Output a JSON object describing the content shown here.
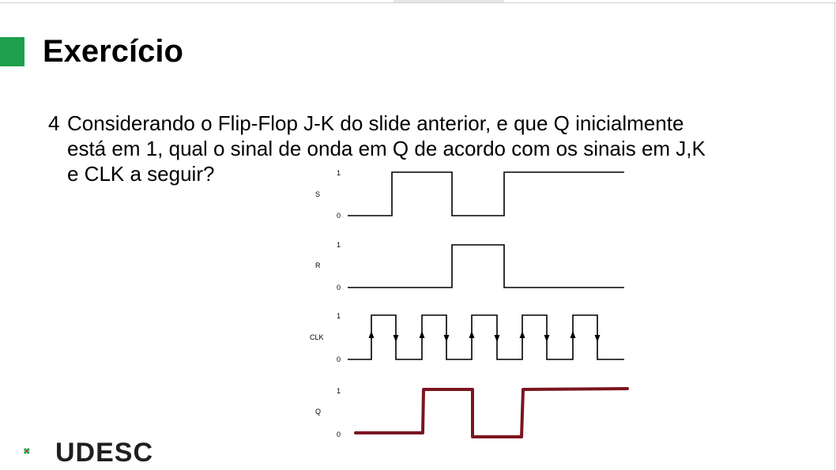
{
  "slide": {
    "title": "Exercício",
    "question_number": "4",
    "question_lines": [
      "Considerando o Flip-Flop J-K do slide anterior, e que Q inicialmente",
      "está em 1, qual o sinal de onda em Q de acordo com os sinais em J,K",
      "e CLK a seguir?"
    ]
  },
  "timing_diagram": {
    "signals": [
      {
        "name": "S",
        "high_label": "1",
        "low_label": "0",
        "levels": [
          0,
          0,
          1,
          1,
          1,
          0,
          0,
          1,
          1,
          1,
          1,
          1
        ]
      },
      {
        "name": "R",
        "high_label": "1",
        "low_label": "0",
        "levels": [
          0,
          0,
          0,
          0,
          0,
          1,
          1,
          0,
          0,
          0,
          0,
          0
        ]
      },
      {
        "name": "CLK",
        "high_label": "1",
        "low_label": "0",
        "pulses": 5
      },
      {
        "name": "Q",
        "high_label": "1",
        "low_label": "0",
        "color": "#7b1520"
      }
    ]
  },
  "logo": {
    "text": "UDESC",
    "accent_green": "#1e9f4b",
    "accent_red": "#c8102e"
  },
  "colors": {
    "title_bar": "#1e9f4b",
    "text": "#000000",
    "q_wave": "#7b1520"
  }
}
